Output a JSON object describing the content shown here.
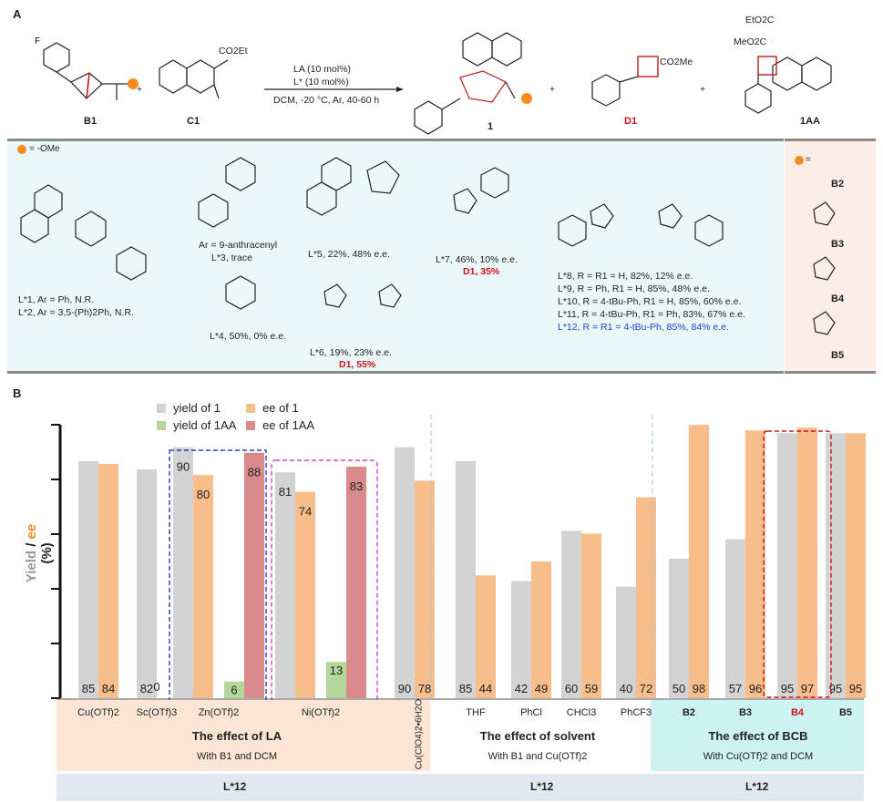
{
  "panel_a": {
    "letter": "A",
    "reactant_b1": "B1",
    "reactant_c1": "C1",
    "c1_ester": "CO2Et",
    "plus": "+",
    "conditions": {
      "la": "LA (10 mol%)",
      "ligand": "L* (10 mol%)",
      "other": "DCM, -20 °C, Ar, 40-60 h"
    },
    "product_1": "1",
    "product_d1": "D1",
    "d1_ester": "CO2Me",
    "product_1aa": "1AA",
    "aa_ester1": "EtO2C",
    "aa_ester2": "MeO2C",
    "fluoro": "F",
    "ome_legend": "= -OMe",
    "ligands": [
      {
        "id": "L*1",
        "text": "L*1, Ar = Ph, N.R."
      },
      {
        "id": "L*2",
        "text": "L*2, Ar = 3,5-(Ph)2Ph, N.R."
      },
      {
        "id": "L*3",
        "text": "L*3, trace",
        "note": "Ar = 9-anthracenyl"
      },
      {
        "id": "L*4",
        "text": "L*4, 50%, 0% e.e."
      },
      {
        "id": "L*5",
        "text": "L*5, 22%, 48% e.e."
      },
      {
        "id": "L*6",
        "text": "L*6, 19%, 23% e.e.",
        "extra": "D1, 55%"
      },
      {
        "id": "L*7",
        "text": "L*7, 46%, 10% e.e.",
        "extra": "D1, 35%"
      },
      {
        "id": "L*8",
        "text": "L*8, R = R1 = H, 82%, 12% e.e."
      },
      {
        "id": "L*9",
        "text": "L*9, R = Ph, R1 = H, 85%, 48% e.e."
      },
      {
        "id": "L*10",
        "text": "L*10, R = 4-tBu-Ph, R1 = H, 85%, 60% e.e."
      },
      {
        "id": "L*11",
        "text": "L*11, R = 4-tBu-Ph, R1 = Ph, 83%, 67% e.e."
      },
      {
        "id": "L*12",
        "text": "L*12, R = R1 = 4-tBu-Ph, 85%, 84% e.e."
      }
    ],
    "bcb_legend": "=",
    "bcb_list": [
      "B2",
      "B3",
      "B4",
      "B5"
    ]
  },
  "panel_b": {
    "letter": "B",
    "y_label_1": "Yield",
    "y_label_sep": " / ",
    "y_label_2": "ee",
    "y_label_3": " (%)",
    "groups": [
      {
        "title": "The effect of LA",
        "subtitle": "With B1 and DCM",
        "ligand": "L*12"
      },
      {
        "title": "The effect of solvent",
        "subtitle": "With B1 and Cu(OTf)2",
        "ligand": "L*12"
      },
      {
        "title": "The effect of BCB",
        "subtitle": "With Cu(OTf)2 and DCM",
        "ligand": "L*12"
      }
    ]
  },
  "chart_data": {
    "type": "bar",
    "categories": [
      "Cu(OTf)2",
      "Sc(OTf)3",
      "Zn(OTf)2",
      "Ni(OTf)2",
      "Cu(ClO4)2•6H2O",
      "THF",
      "PhCl",
      "CHCl3",
      "PhCF3",
      "B2",
      "B3",
      "B4",
      "B5"
    ],
    "series": [
      {
        "name": "yield of 1",
        "color": "#d3d3d3",
        "values": [
          85,
          82,
          90,
          81,
          90,
          85,
          42,
          60,
          40,
          50,
          57,
          95,
          95
        ]
      },
      {
        "name": "ee of 1",
        "color": "#f7bd8a",
        "values": [
          84,
          null,
          80,
          74,
          78,
          44,
          49,
          59,
          72,
          98,
          96,
          97,
          95
        ]
      },
      {
        "name": "yield of 1AA",
        "color": "#b5d69a",
        "values": [
          null,
          null,
          6,
          13,
          null,
          null,
          null,
          null,
          null,
          null,
          null,
          null,
          null
        ]
      },
      {
        "name": "ee of 1AA",
        "color": "#d98a8a",
        "values": [
          null,
          null,
          88,
          83,
          null,
          null,
          null,
          null,
          null,
          null,
          null,
          null,
          null
        ]
      }
    ],
    "zero_labels": [
      {
        "category": "Sc(OTf)3",
        "text": "0"
      }
    ],
    "ylim": [
      0,
      100
    ],
    "highlight_category": "B4",
    "legend_position": "top-left"
  }
}
